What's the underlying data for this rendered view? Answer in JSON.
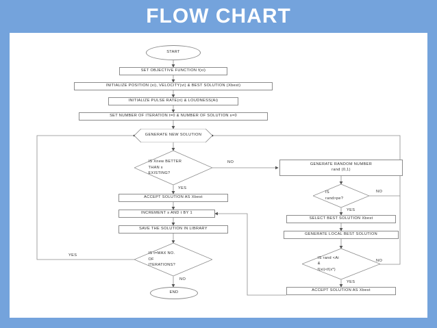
{
  "slide": {
    "title": "FLOW CHART",
    "background_color": "#74A3DC",
    "canvas_color": "#FFFFFF",
    "line_color": "#8a8a8a"
  },
  "chart_data": {
    "type": "diagram",
    "title": "FLOW CHART",
    "diagram_kind": "flowchart",
    "nodes": [
      {
        "id": "start",
        "shape": "ellipse",
        "text": "START"
      },
      {
        "id": "objective",
        "shape": "process",
        "text": "SET OBJECTIVE FUNCTION f(xi)"
      },
      {
        "id": "init_pos",
        "shape": "process",
        "text": "INITIALIZE POSITION (xi), VELOCITY(vi) & BEST SOLUTION (Xbest)"
      },
      {
        "id": "init_pulse",
        "shape": "process",
        "text": "INITIALIZE PULSE RATE(ri) & LOUDNESS(Ai)"
      },
      {
        "id": "set_iter",
        "shape": "process",
        "text": "SET NUMBER OF ITERATION t=0 & NUMBER OF SOLUTION s=0"
      },
      {
        "id": "gen_new",
        "shape": "preparation",
        "text": "GENERATE NEW SOLUTION"
      },
      {
        "id": "dec_better",
        "shape": "decision",
        "text_lines": [
          "IS Xnew BETTER",
          "THAN x",
          "EXISTING?"
        ]
      },
      {
        "id": "accept_left",
        "shape": "process",
        "text": "ACCEPT SOLUTION AS Xbest"
      },
      {
        "id": "increment",
        "shape": "process",
        "text": "INCREMENT s AND t BY 1"
      },
      {
        "id": "save_lib",
        "shape": "process",
        "text": "SAVE THE SOLUTION IN LIBRARY"
      },
      {
        "id": "dec_maxiter",
        "shape": "decision",
        "text_lines": [
          "IS t=MAX NO.",
          "OF",
          "ITERATIONS?"
        ]
      },
      {
        "id": "end",
        "shape": "ellipse",
        "text": "END"
      },
      {
        "id": "gen_rand",
        "shape": "process",
        "text_lines": [
          "GENERATE RANDOM NUMBER",
          "rand (0,1)"
        ]
      },
      {
        "id": "dec_randpe",
        "shape": "decision",
        "text_lines": [
          "IS",
          "rand>pe?"
        ]
      },
      {
        "id": "select_best",
        "shape": "process",
        "text": "SELECT BEST SOLUTION Xbest"
      },
      {
        "id": "gen_local",
        "shape": "process",
        "text": "GENERATE LOCAL BEST SOLUTION"
      },
      {
        "id": "dec_rand_a",
        "shape": "decision",
        "text_lines": [
          "IS rand <Ai",
          "&",
          "f(xi)<f(x*)"
        ]
      },
      {
        "id": "accept_right",
        "shape": "process",
        "text": "ACCEPT SOLUTION AS Xbest"
      }
    ],
    "edge_labels": [
      {
        "id": "no_better",
        "text": "NO"
      },
      {
        "id": "yes_better",
        "text": "YES"
      },
      {
        "id": "no_randpe",
        "text": "NO"
      },
      {
        "id": "yes_randpe",
        "text": "YES"
      },
      {
        "id": "no_rand_a",
        "text": "NO"
      },
      {
        "id": "yes_rand_a",
        "text": "YES"
      },
      {
        "id": "yes_maxiter",
        "text": "YES"
      },
      {
        "id": "no_maxiter",
        "text": "NO"
      }
    ]
  },
  "nodes": {
    "start": {
      "text": "START"
    },
    "objective": {
      "text": "SET OBJECTIVE FUNCTION f(xi)"
    },
    "init_pos": {
      "text": "INITIALIZE POSITION (xi), VELOCITY(vi) & BEST SOLUTION (Xbest)"
    },
    "init_pulse": {
      "text": "INITIALIZE PULSE RATE(ri) & LOUDNESS(Ai)"
    },
    "set_iter": {
      "text": "SET NUMBER OF ITERATION t=0 & NUMBER OF SOLUTION s=0"
    },
    "gen_new": {
      "text": "GENERATE NEW SOLUTION"
    },
    "dec_better": {
      "line1": "IS Xnew BETTER",
      "line2": "THAN x",
      "line3": "EXISTING?"
    },
    "accept_left": {
      "text": "ACCEPT SOLUTION AS Xbest"
    },
    "increment": {
      "text": "INCREMENT s AND t BY 1"
    },
    "save_lib": {
      "text": "SAVE THE SOLUTION IN LIBRARY"
    },
    "dec_maxiter": {
      "line1": "IS t=MAX NO.",
      "line2": "OF",
      "line3": "ITERATIONS?"
    },
    "end": {
      "text": "END"
    },
    "gen_rand": {
      "line1": "GENERATE RANDOM NUMBER",
      "line2": "rand (0,1)"
    },
    "dec_randpe": {
      "line1": "IS",
      "line2": "rand>pe?"
    },
    "select_best": {
      "text": "SELECT BEST SOLUTION Xbest"
    },
    "gen_local": {
      "text": "GENERATE LOCAL BEST SOLUTION"
    },
    "dec_rand_a": {
      "line1": "IS rand <Ai",
      "line2": "&",
      "line3": "f(xi)<f(x*)"
    },
    "accept_right": {
      "text": "ACCEPT SOLUTION AS Xbest"
    }
  },
  "labels": {
    "no_better": "NO",
    "yes_better": "YES",
    "no_randpe": "NO",
    "yes_randpe": "YES",
    "no_rand_a": "NO",
    "yes_rand_a": "YES",
    "yes_maxiter": "YES",
    "no_maxiter": "NO"
  }
}
